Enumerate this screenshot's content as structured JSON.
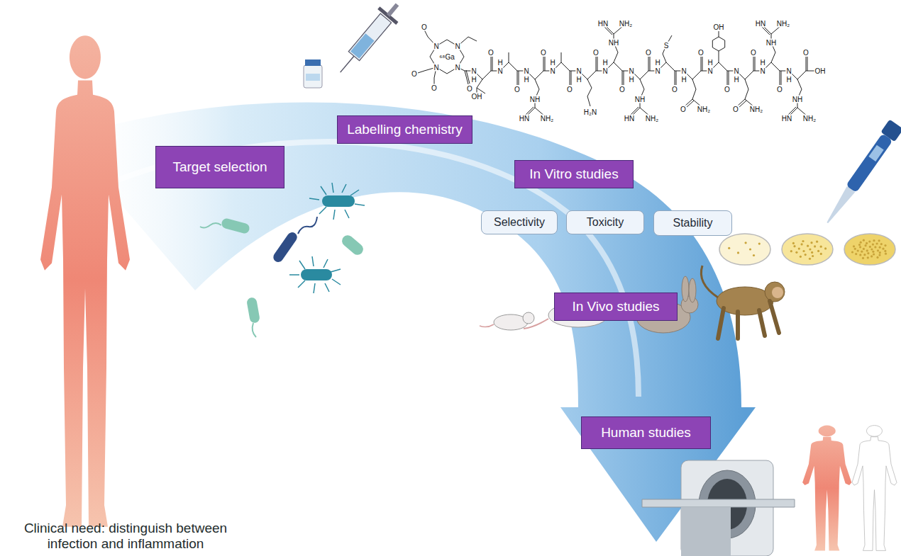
{
  "diagram": {
    "nodes": [
      {
        "text": [
          "Target selection"
        ]
      },
      {
        "text": [
          "Labelling chemistry"
        ]
      },
      {
        "text": [
          "In Vitro studies"
        ]
      },
      {
        "text": [
          "Selectivity"
        ]
      },
      {
        "text": [
          "Toxicity"
        ]
      },
      {
        "text": [
          "Stability"
        ]
      },
      {
        "text": [
          "In Vivo studies"
        ]
      },
      {
        "text": [
          "Human studies"
        ]
      }
    ],
    "labels": [
      "Clinical need: distinguish between infection and inflammation",
      "⁶⁸Ga",
      "N",
      "N",
      "N",
      "N",
      "O",
      "O",
      "O",
      "O",
      "N",
      "H",
      "O",
      "N",
      "H",
      "O",
      "N",
      "H",
      "O",
      "N",
      "H",
      "O",
      "N",
      "H",
      "O",
      "N",
      "H",
      "O",
      "N",
      "H",
      "O",
      "N",
      "H",
      "O",
      "N",
      "H",
      "O",
      "N",
      "H",
      "O",
      "N",
      "H",
      "O",
      "N",
      "H",
      "O",
      "N",
      "H",
      "O",
      "OH",
      "NH",
      "HN",
      "NH₂",
      "H₂N",
      "NH",
      "HN",
      "NH₂",
      "NH",
      "HN",
      "NH₂",
      "S",
      "O",
      "NH₂",
      "OH",
      "O",
      "NH₂",
      "NH",
      "HN",
      "NH₂",
      "NH",
      "HN",
      "NH₂",
      "OH"
    ]
  }
}
